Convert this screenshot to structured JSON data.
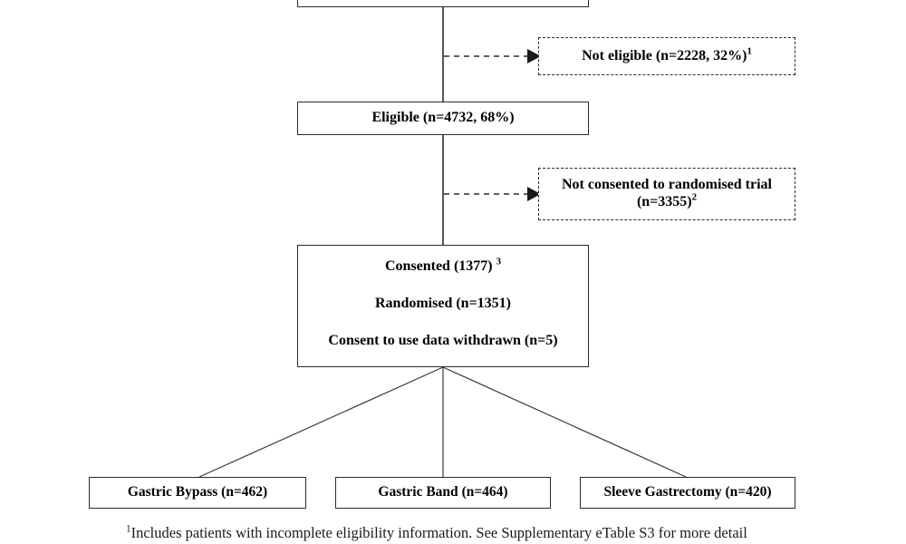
{
  "diagram": {
    "type": "consort-flow-diagram",
    "nodes": {
      "screened": {
        "lines": [
          ""
        ],
        "style": "solid",
        "note": "top box is cropped above the visible image area"
      },
      "not_eligible": {
        "line1_pre": "Not eligible (n=2228, 32%)",
        "line1_sup": "1",
        "style": "dashed"
      },
      "eligible": {
        "line1": "Eligible (n=4732, 68%)",
        "style": "solid"
      },
      "not_consented": {
        "line1": "Not consented to randomised trial",
        "line2_pre": "(n=3355)",
        "line2_sup": "2",
        "style": "dashed"
      },
      "consented": {
        "line1_pre": "Consented (1377) ",
        "line1_sup": "3",
        "line2": "Randomised (n=1351)",
        "line3": "Consent to use data withdrawn (n=5)",
        "style": "solid"
      },
      "gastric_bypass": {
        "line1": "Gastric Bypass (n=462)",
        "style": "solid"
      },
      "gastric_band": {
        "line1_a": "Gastric Band ",
        "line1_b": " (n=464)",
        "style": "solid"
      },
      "sleeve_gastrectomy": {
        "line1": "Sleeve Gastrectomy (n=420)",
        "style": "solid"
      }
    },
    "connectors": [
      {
        "name": "screened-to-eligible",
        "kind": "solid-vertical"
      },
      {
        "name": "screened-to-not-eligible",
        "kind": "dashed-arrow"
      },
      {
        "name": "eligible-to-consented",
        "kind": "solid-vertical"
      },
      {
        "name": "eligible-to-not-consented",
        "kind": "dashed-arrow"
      },
      {
        "name": "consented-to-gastric-bypass",
        "kind": "solid-diagonal"
      },
      {
        "name": "consented-to-gastric-band",
        "kind": "solid-vertical"
      },
      {
        "name": "consented-to-sleeve-gastrectomy",
        "kind": "solid-diagonal"
      }
    ],
    "footnotes": [
      {
        "marker": "1",
        "text": "Includes patients with incomplete eligibility information. See Supplementary eTable S3 for more detail"
      }
    ],
    "colors": {
      "stroke": "#2b2b2b",
      "text": "#000000",
      "background": "#ffffff"
    }
  }
}
